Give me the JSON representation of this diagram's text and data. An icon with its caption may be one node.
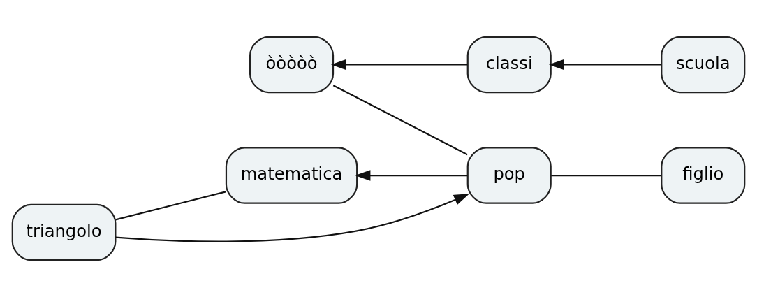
{
  "diagram": {
    "nodes": [
      {
        "text": [
          "òòòòò"
        ]
      },
      {
        "text": [
          "matematica"
        ]
      },
      {
        "text": [
          "pop"
        ]
      },
      {
        "text": [
          "triangolo"
        ]
      },
      {
        "text": [
          "figlio"
        ]
      },
      {
        "text": [
          "scuola"
        ]
      },
      {
        "text": [
          "classi"
        ]
      }
    ],
    "edges": [
      {
        "from": 2,
        "to": 0,
        "arrow": "none"
      },
      {
        "from": 6,
        "to": 0,
        "arrow": "to"
      },
      {
        "from": 2,
        "to": 1,
        "arrow": "to"
      },
      {
        "from": 1,
        "to": 3,
        "arrow": "none"
      },
      {
        "from": 3,
        "to": 2,
        "arrow": "to"
      },
      {
        "from": 4,
        "to": 2,
        "arrow": "none"
      },
      {
        "from": 5,
        "to": 6,
        "arrow": "to"
      }
    ]
  }
}
